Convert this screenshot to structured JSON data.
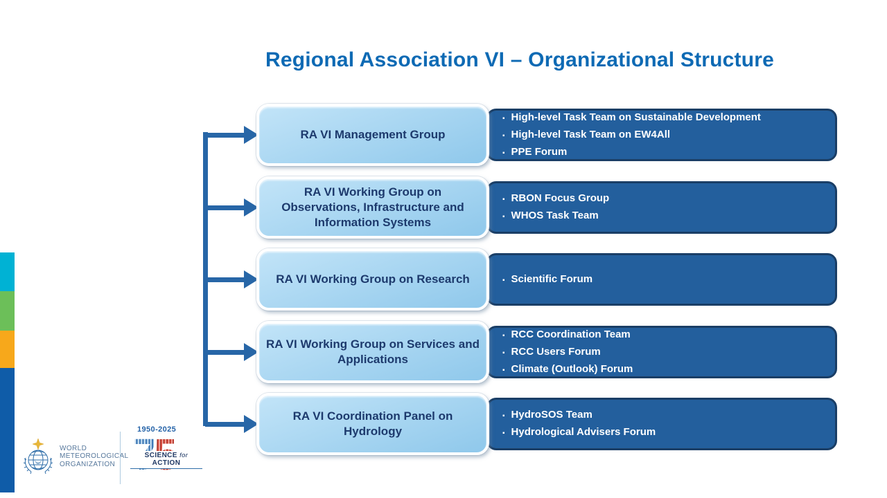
{
  "title": "Regional Association VI – Organizational Structure",
  "bullet_char": "▪",
  "rows": [
    {
      "group": "RA VI Management Group",
      "items": [
        "High-level Task Team on Sustainable Development",
        "High-level Task Team on EW4All",
        "PPE Forum"
      ]
    },
    {
      "group": "RA VI Working Group on Observations, Infrastructure and Information Systems",
      "items": [
        "RBON Focus Group",
        "WHOS Task Team"
      ]
    },
    {
      "group": "RA VI Working Group on Research",
      "items": [
        "Scientific Forum"
      ]
    },
    {
      "group": "RA VI Working Group on Services and Applications",
      "items": [
        "RCC Coordination Team",
        "RCC Users Forum",
        "Climate (Outlook) Forum"
      ]
    },
    {
      "group": "RA VI Coordination Panel on Hydrology",
      "items": [
        "HydroSOS Team",
        "Hydrological Advisers Forum"
      ]
    }
  ],
  "footer": {
    "wmo_lines": [
      "WORLD",
      "METEOROLOGICAL",
      "ORGANIZATION"
    ],
    "anniversary": {
      "years": "1950-2025",
      "numeral_7": "7",
      "numeral_5": "5",
      "tagline_science": "SCIENCE",
      "tagline_for": "for",
      "tagline_action": "ACTION"
    }
  },
  "colors": {
    "title_color": "#0e6ab4",
    "connector": "#2766a7",
    "dark_fill": "#235f9d",
    "dark_border": "#1a3e66",
    "light_top": "#c2e4f8",
    "light_bottom": "#8fc8eb",
    "light_text": "#1d3a6d",
    "strip_cyan": "#00b2d4",
    "strip_green": "#6cbf59",
    "strip_orange": "#f7a81b",
    "strip_blue": "#0f5ca8",
    "wmo_text": "#56779b",
    "anniv_blue": "#2563a8",
    "anniv_red": "#cc4437",
    "navy": "#1f3864"
  }
}
